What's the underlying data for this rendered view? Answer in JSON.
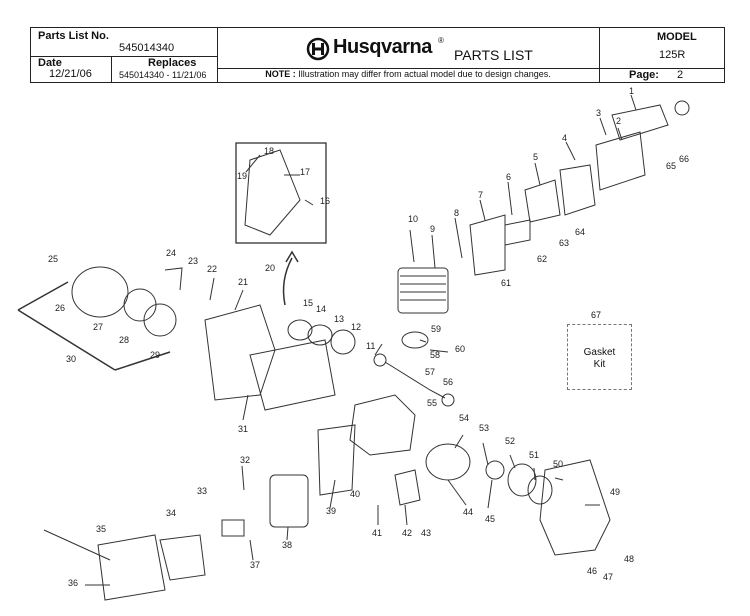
{
  "header": {
    "parts_list_no_label": "Parts List No.",
    "parts_list_no": "545014340",
    "date_label": "Date",
    "date": "12/21/06",
    "replaces_label": "Replaces",
    "replaces": "545014340 - 11/21/06",
    "brand": "Husqvarna",
    "brand_mark": "®",
    "title": "PARTS LIST",
    "note_label": "NOTE :",
    "note": "Illustration may differ from actual model due to design changes.",
    "model_label": "MODEL",
    "model": "125R",
    "page_label": "Page:",
    "page": "2"
  },
  "gasket_kit": {
    "number": "67",
    "line1": "Gasket",
    "line2": "Kit"
  },
  "callouts": [
    "1",
    "3",
    "2",
    "4",
    "66",
    "65",
    "5",
    "6",
    "7",
    "8",
    "64",
    "63",
    "62",
    "61",
    "9",
    "10",
    "18",
    "17",
    "19",
    "16",
    "20",
    "25",
    "24",
    "23",
    "22",
    "21",
    "26",
    "27",
    "28",
    "29",
    "30",
    "15",
    "14",
    "13",
    "12",
    "11",
    "59",
    "58",
    "60",
    "57",
    "56",
    "55",
    "31",
    "54",
    "53",
    "52",
    "51",
    "50",
    "49",
    "32",
    "33",
    "34",
    "35",
    "36",
    "37",
    "38",
    "39",
    "40",
    "41",
    "42",
    "43",
    "44",
    "45",
    "46",
    "47",
    "48"
  ]
}
